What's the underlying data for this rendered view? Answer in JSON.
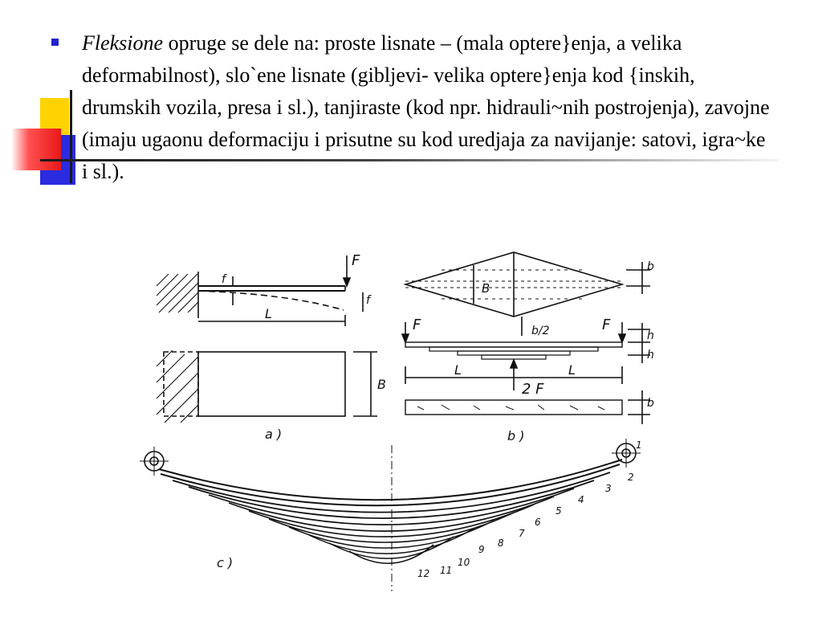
{
  "bullet": {
    "term": "Fleksione",
    "text": " opruge se dele na: proste lisnate –  (mala optere}enja, a velika deformabilnost), slo`ene lisnate (gibljevi- velika optere}enja kod {inskih, drumskih vozila, presa i sl.), tanjiraste (kod npr. hidrauli~nih postrojenja), zavojne (imaju ugaonu deformaciju i prisutne su kod uredjaja za navijanje: satovi, igra~ke i sl.)."
  },
  "figure": {
    "label_F": "F",
    "label_f": "f",
    "label_L": "L",
    "label_B": "B",
    "label_b": "b",
    "label_h": "h",
    "label_b2": "b/2",
    "label_2F": "2 F",
    "label_a": "a )",
    "label_bpanel": "b )",
    "label_c": "c )",
    "leaf_numbers": [
      "1",
      "2",
      "3",
      "4",
      "5",
      "6",
      "7",
      "8",
      "9",
      "10",
      "11",
      "12"
    ]
  },
  "colors": {
    "bullet": "#2222cc",
    "deco_yellow": "#ffd200",
    "deco_blue": "#2b2be0",
    "deco_red": "#e81818"
  }
}
